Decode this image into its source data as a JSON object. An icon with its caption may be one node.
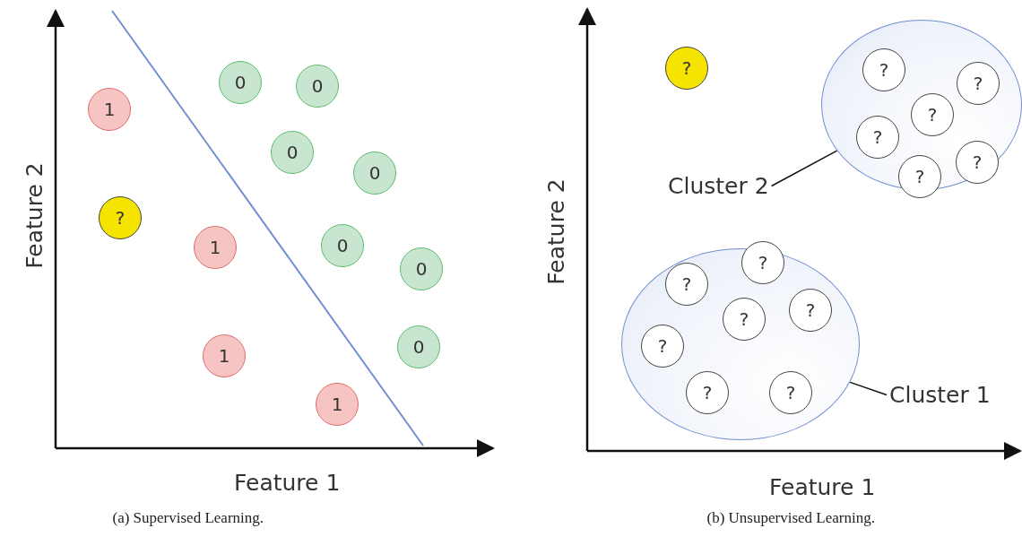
{
  "diagram": {
    "nodes": [
      {
        "text": [
          "1"
        ]
      },
      {
        "text": [
          "0"
        ]
      },
      {
        "text": [
          "0"
        ]
      },
      {
        "text": [
          "0"
        ]
      },
      {
        "text": [
          "0"
        ]
      },
      {
        "text": [
          "?"
        ]
      },
      {
        "text": [
          "1"
        ]
      },
      {
        "text": [
          "0"
        ]
      },
      {
        "text": [
          "0"
        ]
      },
      {
        "text": [
          "1"
        ]
      },
      {
        "text": [
          "0"
        ]
      },
      {
        "text": [
          "1"
        ]
      },
      {
        "text": [
          "?"
        ]
      },
      {
        "text": [],
        "shape": "circle"
      },
      {
        "text": [
          "?"
        ],
        "in": 13
      },
      {
        "text": [
          "?"
        ],
        "in": 13
      },
      {
        "text": [
          "?"
        ],
        "in": 13
      },
      {
        "text": [
          "?"
        ],
        "in": 13
      },
      {
        "text": [
          "?"
        ],
        "in": 13
      },
      {
        "text": [
          "?"
        ],
        "in": 13
      },
      {
        "text": [
          "Cluster 2"
        ]
      },
      {
        "text": [],
        "shape": "circle"
      },
      {
        "text": [
          "?"
        ],
        "in": 21
      },
      {
        "text": [
          "?"
        ],
        "in": 21
      },
      {
        "text": [
          "?"
        ],
        "in": 21
      },
      {
        "text": [
          "?"
        ],
        "in": 21
      },
      {
        "text": [
          "?"
        ],
        "in": 21
      },
      {
        "text": [
          "?"
        ],
        "in": 21
      },
      {
        "text": [
          "?"
        ],
        "in": 21
      },
      {
        "text": [
          "Cluster 1"
        ]
      }
    ],
    "edges": [
      {
        "from": 20,
        "to": 13,
        "arrow": "none"
      },
      {
        "from": 29,
        "to": 21,
        "arrow": "none"
      }
    ],
    "labels": [
      "Feature 2",
      "Feature 1",
      "Feature 2",
      "Feature 1",
      "(a) Supervised Learning.",
      "(b) Unsupervised Learning."
    ]
  }
}
